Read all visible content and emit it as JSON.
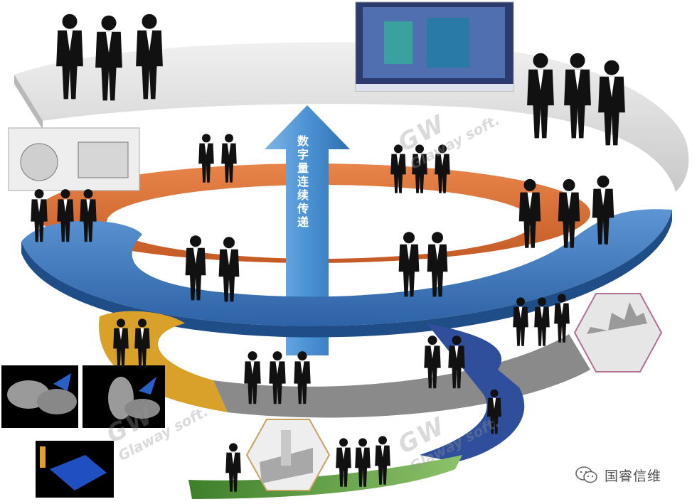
{
  "diagram": {
    "arrow_label": "数字量连续传递",
    "watermark_main": "GW",
    "watermark_sub": "Glaway soft."
  },
  "brand": {
    "name": "国睿信维",
    "icon": "wechat-icon"
  },
  "colors": {
    "grey_ring": "#dcdcdc",
    "orange_ring": "#d9692f",
    "blue_ring": "#3d79bf",
    "gold_ring": "#d9a02a",
    "dark_grey_ring": "#8a8a8a",
    "navy_ring": "#2f4f9c",
    "green_ring": "#5a9b3a",
    "arrow": "#4b93d4"
  }
}
